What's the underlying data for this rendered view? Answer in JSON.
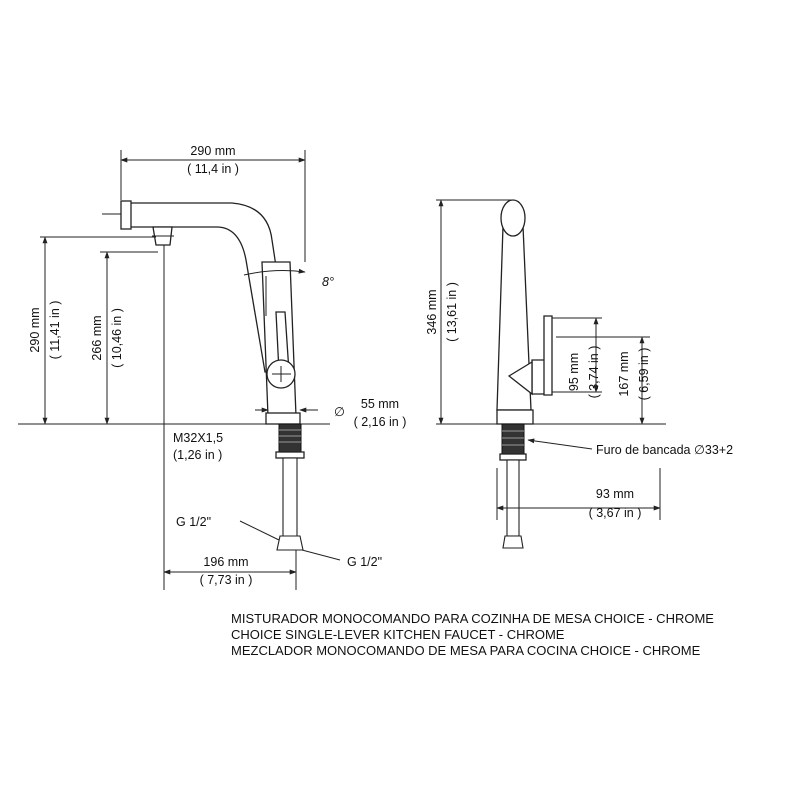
{
  "dimensions": {
    "width_top": {
      "mm": "290 mm",
      "in": "( 11,4 in )"
    },
    "height_left": {
      "mm": "290 mm",
      "in": "( 11,41 in )"
    },
    "height_spout": {
      "mm": "266 mm",
      "in": "( 10,46 in )"
    },
    "angle": "8°",
    "base_diameter_symbol": "∅",
    "base_diameter": {
      "mm": "55 mm",
      "in": "( 2,16 in )"
    },
    "thread": {
      "mm": "M32X1,5",
      "in": "(1,26 in )"
    },
    "g_left": "G 1/2\"",
    "g_right": "G 1/2\"",
    "hose_width": {
      "mm": "196 mm",
      "in": "( 7,73 in )"
    },
    "height_side": {
      "mm": "346 mm",
      "in": "( 13,61 in )"
    },
    "lever_height": {
      "mm": "95 mm",
      "in": "( 3,74 in )"
    },
    "lever_total": {
      "mm": "167 mm",
      "in": "( 6,59 in )"
    },
    "hole": "Furo de bancada ∅33+2",
    "depth": {
      "mm": "93 mm",
      "in": "( 3,67 in )"
    }
  },
  "caption": {
    "pt": "MISTURADOR MONOCOMANDO PARA COZINHA DE MESA CHOICE - CHROME",
    "en": "CHOICE SINGLE-LEVER KITCHEN FAUCET - CHROME",
    "es": "MEZCLADOR MONOCOMANDO DE MESA PARA COCINA CHOICE - CHROME"
  }
}
